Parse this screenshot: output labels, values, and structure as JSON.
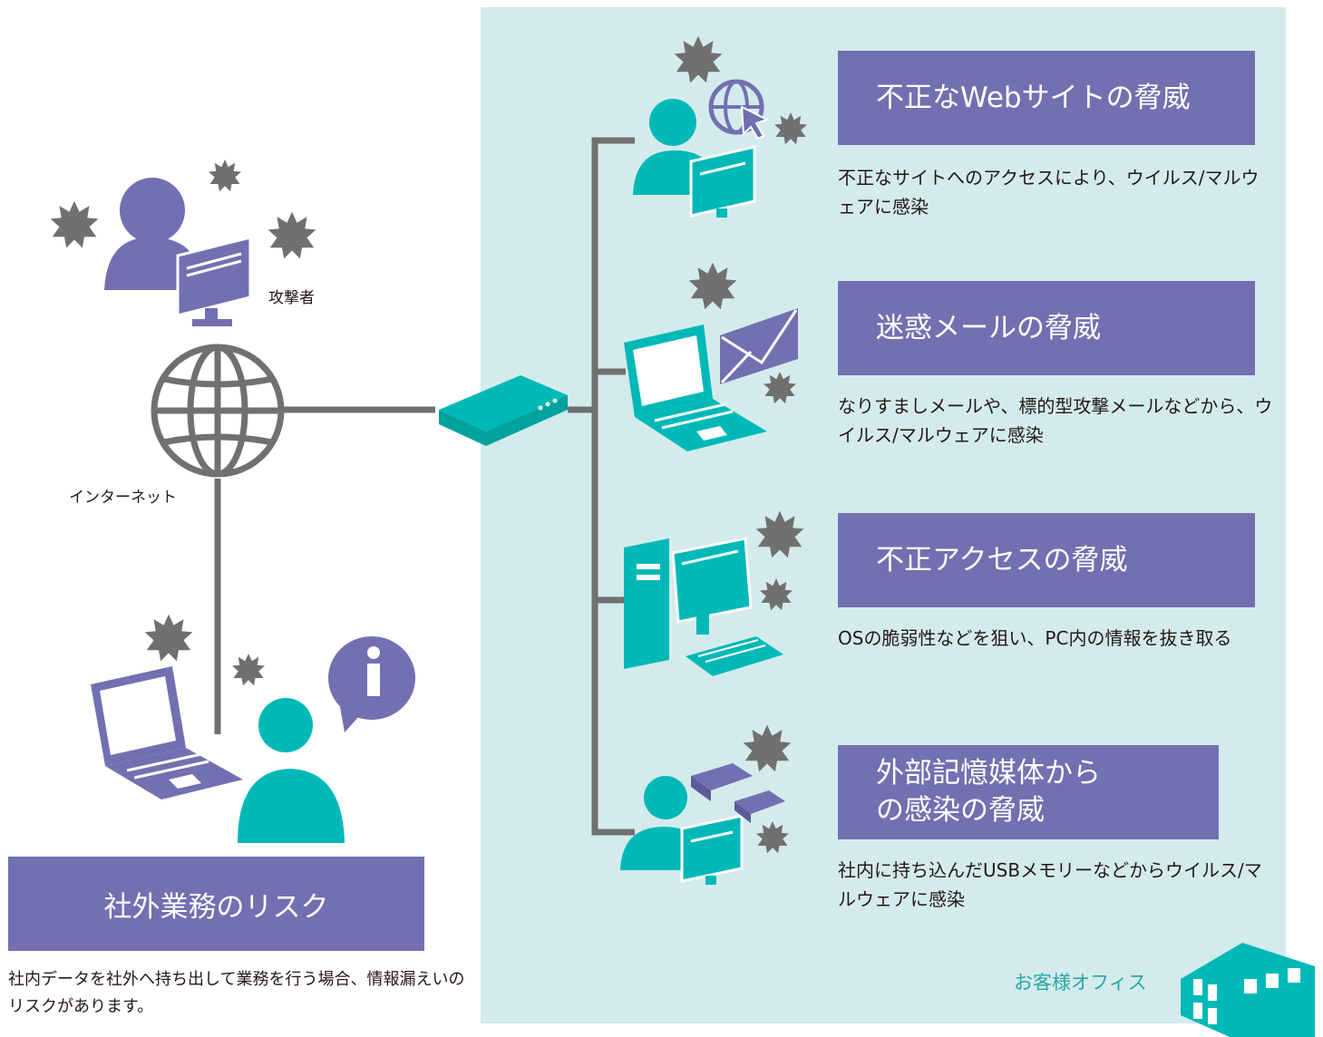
{
  "attacker": {
    "label": "攻撃者"
  },
  "internet": {
    "label": "インターネット"
  },
  "threats": [
    {
      "title": "不正なWebサイトの脅威",
      "desc": "不正なサイトへのアクセスにより、ウイルス/マルウェアに感染"
    },
    {
      "title": "迷惑メールの脅威",
      "desc": "なりすましメールや、標的型攻撃メールなどから、ウイルス/マルウェアに感染"
    },
    {
      "title": "不正アクセスの脅威",
      "desc": "OSの脆弱性などを狙い、PC内の情報を抜き取る"
    },
    {
      "title": "外部記憶媒体からの感染の脅威",
      "desc": "社内に持ち込んだUSBメモリーなどからウイルス/マルウェアに感染"
    }
  ],
  "risk": {
    "title": "社外業務のリスク",
    "desc": "社内データを社外へ持ち出して業務を行う場合、情報漏えいのリスクがあります。"
  },
  "office": {
    "label": "お客様オフィス"
  },
  "colors": {
    "purple": "#7270b1",
    "teal": "#00b9b7",
    "gray": "#717071",
    "panel": "#d4ebec",
    "accent_text": "#2aa5a5"
  },
  "icons": [
    "virus-icon",
    "attacker-pc-icon",
    "globe-icon",
    "router-icon",
    "web-user-icon",
    "mail-laptop-icon",
    "desktop-pc-icon",
    "usb-user-icon",
    "remote-worker-icon",
    "info-bubble-icon",
    "office-building-icon"
  ]
}
